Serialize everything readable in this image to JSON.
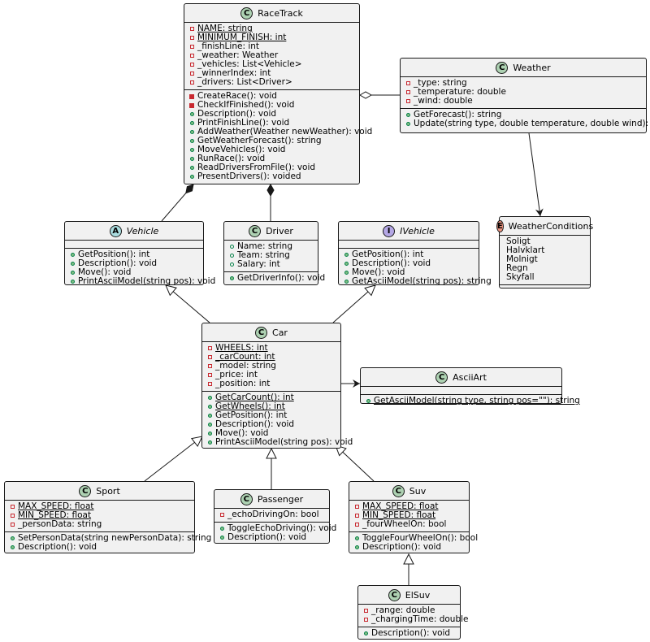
{
  "classes": {
    "racetrack": {
      "name": "RaceTrack",
      "kind": "class",
      "fields": [
        {
          "v": "priv",
          "t": "NAME: string",
          "s": true
        },
        {
          "v": "priv",
          "t": "MINIMUM_FINISH: int",
          "s": true
        },
        {
          "v": "priv",
          "t": "_finishLine: int"
        },
        {
          "v": "priv",
          "t": "_weather: Weather"
        },
        {
          "v": "priv",
          "t": "_vehicles: List<Vehicle>"
        },
        {
          "v": "priv",
          "t": "_winnerIndex: int"
        },
        {
          "v": "priv",
          "t": "_drivers: List<Driver>"
        }
      ],
      "methods": [
        {
          "v": "privm",
          "t": "CreateRace(): void"
        },
        {
          "v": "privm",
          "t": "CheckIfFinished(): void"
        },
        {
          "v": "pubm",
          "t": "Description(): void"
        },
        {
          "v": "pubm",
          "t": "PrintFinishLine(): void"
        },
        {
          "v": "pubm",
          "t": "AddWeather(Weather newWeather): void"
        },
        {
          "v": "pubm",
          "t": "GetWeatherForecast(): string"
        },
        {
          "v": "pubm",
          "t": "MoveVehicles(): void"
        },
        {
          "v": "pubm",
          "t": "RunRace(): void"
        },
        {
          "v": "pubm",
          "t": "ReadDriversFromFile(): void"
        },
        {
          "v": "pubm",
          "t": "PresentDrivers(): voided"
        }
      ]
    },
    "weather": {
      "name": "Weather",
      "kind": "class",
      "fields": [
        {
          "v": "priv",
          "t": "_type: string"
        },
        {
          "v": "priv",
          "t": "_temperature: double"
        },
        {
          "v": "priv",
          "t": "_wind: double"
        }
      ],
      "methods": [
        {
          "v": "pubm",
          "t": "GetForecast(): string"
        },
        {
          "v": "pubm",
          "t": "Update(string type, double temperature, double wind): void"
        }
      ]
    },
    "weatherconditions": {
      "name": "WeatherConditions",
      "kind": "enum",
      "values": [
        "Soligt",
        "Halvklart",
        "Molnigt",
        "Regn",
        "Skyfall"
      ]
    },
    "vehicle": {
      "name": "Vehicle",
      "kind": "abstract",
      "fields": [],
      "methods": [
        {
          "v": "pubm",
          "t": "GetPosition(): int"
        },
        {
          "v": "pubm",
          "t": "Description(): void"
        },
        {
          "v": "pubm",
          "t": "Move(): void"
        },
        {
          "v": "pubm",
          "t": "PrintAsciiModel(string pos): void"
        }
      ]
    },
    "driver": {
      "name": "Driver",
      "kind": "class",
      "fields": [
        {
          "v": "pubf",
          "t": "Name: string"
        },
        {
          "v": "pubf",
          "t": "Team: string"
        },
        {
          "v": "pubf",
          "t": "Salary: int"
        }
      ],
      "methods": [
        {
          "v": "pubm",
          "t": "GetDriverInfo(): void"
        }
      ]
    },
    "ivehicle": {
      "name": "IVehicle",
      "kind": "interface",
      "fields": [],
      "methods": [
        {
          "v": "pubm",
          "t": "GetPosition(): int"
        },
        {
          "v": "pubm",
          "t": "Description(): void"
        },
        {
          "v": "pubm",
          "t": "Move(): void"
        },
        {
          "v": "pubm",
          "t": "GetAsciiModel(string pos): string"
        }
      ]
    },
    "car": {
      "name": "Car",
      "kind": "class",
      "fields": [
        {
          "v": "priv",
          "t": "WHEELS: int",
          "s": true
        },
        {
          "v": "priv",
          "t": "_carCount: int",
          "s": true
        },
        {
          "v": "priv",
          "t": "_model: string"
        },
        {
          "v": "priv",
          "t": "_price: int"
        },
        {
          "v": "priv",
          "t": "_position: int"
        }
      ],
      "methods": [
        {
          "v": "pubm",
          "t": "GetCarCount(): int",
          "s": true
        },
        {
          "v": "pubm",
          "t": "GetWheels(): int",
          "s": true
        },
        {
          "v": "pubm",
          "t": "GetPosition(): int"
        },
        {
          "v": "pubm",
          "t": "Description(): void"
        },
        {
          "v": "pubm",
          "t": "Move(): void"
        },
        {
          "v": "pubm",
          "t": "PrintAsciiModel(string pos): void"
        }
      ]
    },
    "asciiart": {
      "name": "AsciiArt",
      "kind": "class",
      "fields": [],
      "methods": [
        {
          "v": "pubm",
          "t": "GetAsciiModel(string type, string pos=\"\"): string",
          "s": true
        }
      ]
    },
    "sport": {
      "name": "Sport",
      "kind": "class",
      "fields": [
        {
          "v": "priv",
          "t": "MAX_SPEED: float",
          "s": true
        },
        {
          "v": "priv",
          "t": "MIN_SPEED: float",
          "s": true
        },
        {
          "v": "priv",
          "t": "_personData: string"
        }
      ],
      "methods": [
        {
          "v": "pubm",
          "t": "SetPersonData(string newPersonData): string"
        },
        {
          "v": "pubm",
          "t": "Description(): void"
        }
      ]
    },
    "passenger": {
      "name": "Passenger",
      "kind": "class",
      "fields": [
        {
          "v": "priv",
          "t": "_echoDrivingOn: bool"
        }
      ],
      "methods": [
        {
          "v": "pubm",
          "t": "ToggleEchoDriving(): void"
        },
        {
          "v": "pubm",
          "t": "Description(): void"
        }
      ]
    },
    "suv": {
      "name": "Suv",
      "kind": "class",
      "fields": [
        {
          "v": "priv",
          "t": "MAX_SPEED: float",
          "s": true
        },
        {
          "v": "priv",
          "t": "MIN_SPEED: float",
          "s": true
        },
        {
          "v": "priv",
          "t": "_fourWheelOn: bool"
        }
      ],
      "methods": [
        {
          "v": "pubm",
          "t": "ToggleFourWheelOn(): bool"
        },
        {
          "v": "pubm",
          "t": "Description(): void"
        }
      ]
    },
    "elsuv": {
      "name": "ElSuv",
      "kind": "class",
      "fields": [
        {
          "v": "priv",
          "t": "_range: double"
        },
        {
          "v": "priv",
          "t": "_chargingTime: double"
        }
      ],
      "methods": [
        {
          "v": "pubm",
          "t": "Description(): void"
        }
      ]
    }
  },
  "colors": {
    "box_fill": "#f1f1f1",
    "border": "#181818",
    "class_badge": "#add1b2",
    "abstract_badge": "#a9dcdf",
    "interface_badge": "#b4a7e5",
    "enum_badge": "#eb937f",
    "private_marker": "#c82930",
    "public_marker": "#038048"
  },
  "relations": [
    {
      "from": "racetrack",
      "to": "weather",
      "type": "aggregation"
    },
    {
      "from": "weather",
      "to": "weatherconditions",
      "type": "association"
    },
    {
      "from": "racetrack",
      "to": "vehicle",
      "type": "composition"
    },
    {
      "from": "racetrack",
      "to": "driver",
      "type": "composition"
    },
    {
      "from": "car",
      "to": "vehicle",
      "type": "extends"
    },
    {
      "from": "car",
      "to": "ivehicle",
      "type": "implements"
    },
    {
      "from": "car",
      "to": "asciiart",
      "type": "association"
    },
    {
      "from": "sport",
      "to": "car",
      "type": "extends"
    },
    {
      "from": "passenger",
      "to": "car",
      "type": "extends"
    },
    {
      "from": "suv",
      "to": "car",
      "type": "extends"
    },
    {
      "from": "elsuv",
      "to": "suv",
      "type": "extends"
    }
  ]
}
